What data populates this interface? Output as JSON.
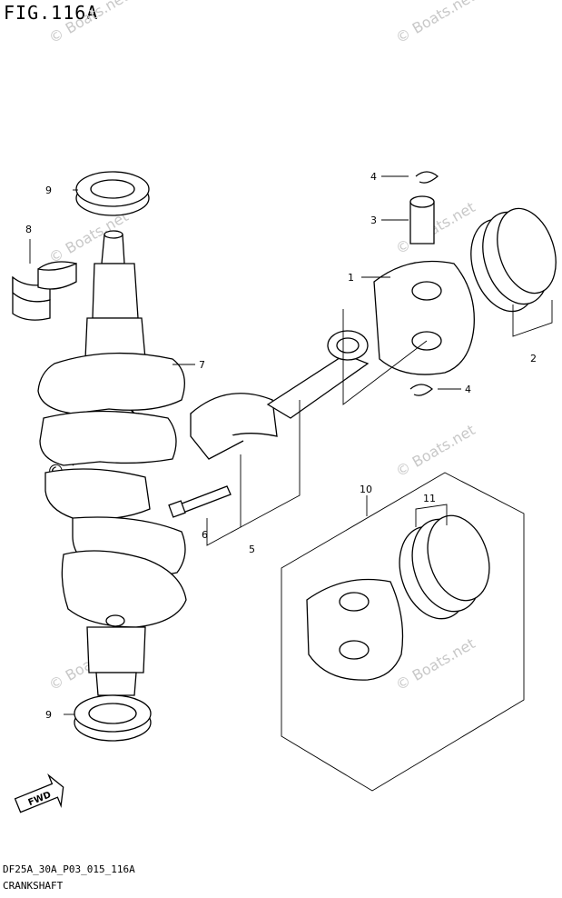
{
  "figure": {
    "title": "FIG.116A",
    "code": "DF25A_30A_P03_015_116A",
    "name": "CRANKSHAFT"
  },
  "watermark": "© Boats.net",
  "direction_label": "FWD",
  "callouts": {
    "c1": "1",
    "c2": "2",
    "c3": "3",
    "c4a": "4",
    "c4b": "4",
    "c5": "5",
    "c6": "6",
    "c7": "7",
    "c8": "8",
    "c9a": "9",
    "c9b": "9",
    "c10": "10",
    "c11": "11"
  }
}
